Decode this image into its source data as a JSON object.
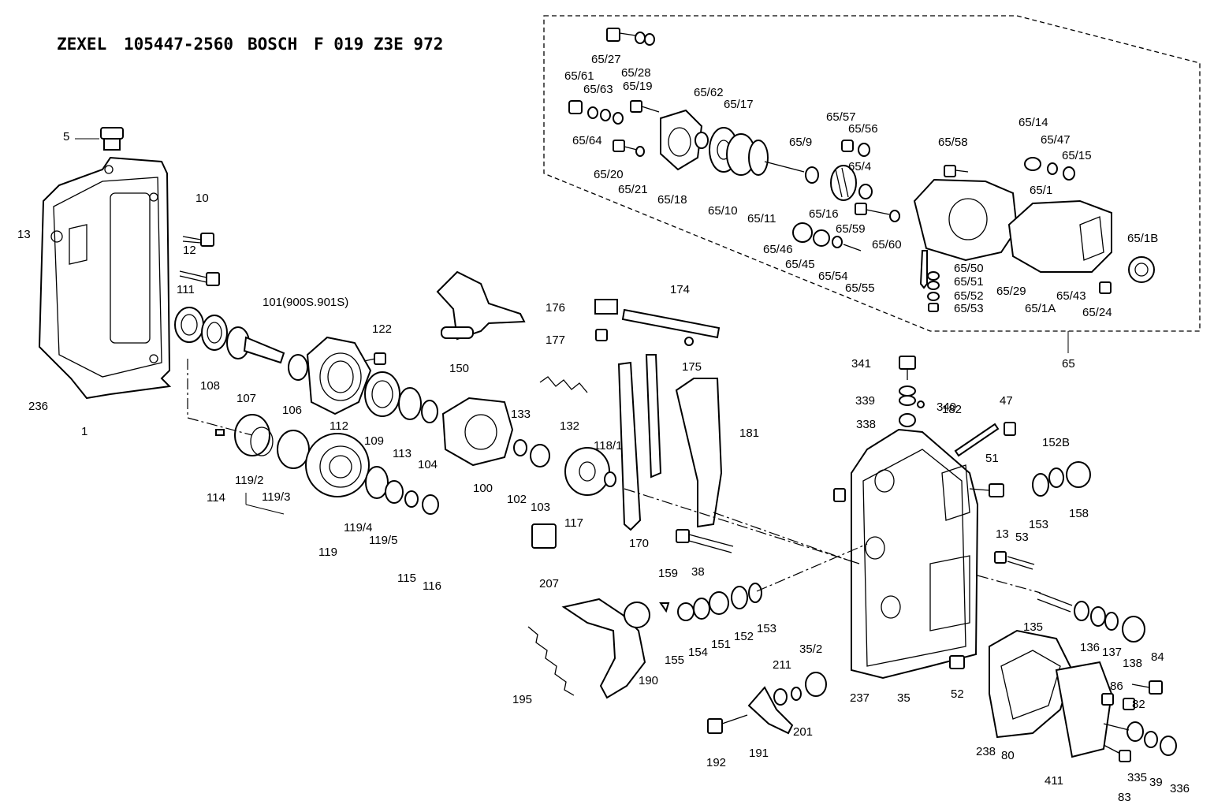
{
  "title": {
    "brand1": "ZEXEL",
    "number1": "105447-2560",
    "brand2": "BOSCH",
    "number2": "F 019 Z3E 972"
  },
  "labels": [
    "5",
    "10",
    "13",
    "12",
    "111",
    "101(900S.901S)",
    "122",
    "236",
    "1",
    "108",
    "107",
    "106",
    "112",
    "109",
    "113",
    "104",
    "114",
    "119/2",
    "119/3",
    "119",
    "119/4",
    "119/5",
    "115",
    "116",
    "150",
    "176",
    "177",
    "174",
    "175",
    "133",
    "132",
    "100",
    "102",
    "103",
    "117",
    "118/1",
    "181",
    "170",
    "207",
    "38",
    "159",
    "155",
    "154",
    "151",
    "152",
    "153",
    "195",
    "190",
    "211",
    "35/2",
    "201",
    "191",
    "192",
    "237",
    "35",
    "65/27",
    "65/28",
    "65/61",
    "65/63",
    "65/19",
    "65/62",
    "65/17",
    "65/64",
    "65/20",
    "65/21",
    "65/18",
    "65/10",
    "65/11",
    "65/9",
    "65/57",
    "65/56",
    "65/4",
    "65/16",
    "65/59",
    "65/60",
    "65/46",
    "65/45",
    "65/54",
    "65/55",
    "65/58",
    "65/14",
    "65/47",
    "65/15",
    "65/1",
    "65/1B",
    "65/50",
    "65/51",
    "65/52",
    "65/53",
    "65/29",
    "65/1A",
    "65/43",
    "65/24",
    "65",
    "341",
    "339",
    "340",
    "338",
    "182",
    "47",
    "51",
    "152B",
    "153",
    "158",
    "13",
    "53",
    "135",
    "136",
    "137",
    "138",
    "52",
    "84",
    "86",
    "82",
    "238",
    "80",
    "411",
    "83",
    "335",
    "39",
    "336"
  ]
}
